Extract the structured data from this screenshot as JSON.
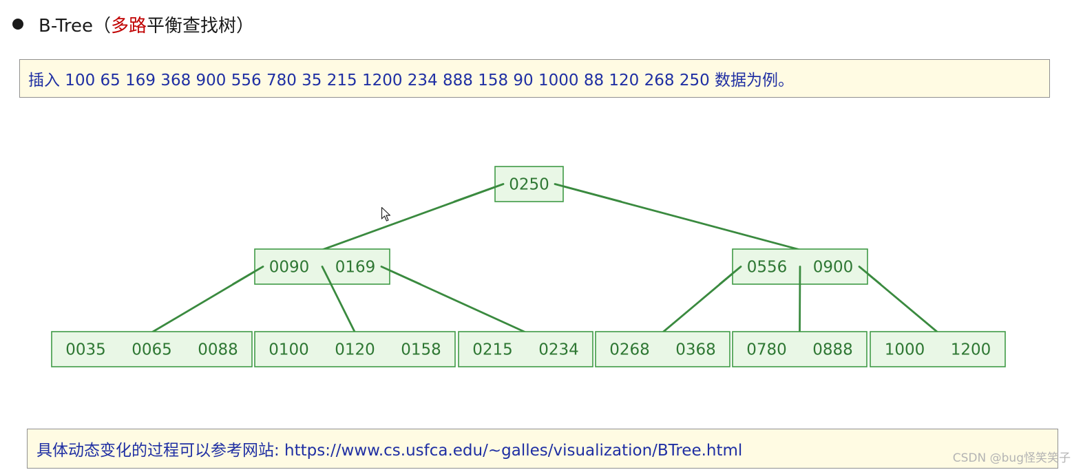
{
  "heading": {
    "prefix": "B-Tree（",
    "highlight": "多路",
    "suffix": "平衡查找树）"
  },
  "insert_note": "插入 100 65 169 368 900 556 780 35 215 1200 234 888 158 90 1000 88 120 268 250 数据为例。",
  "reference_note": "具体动态变化的过程可以参考网站: https://www.cs.usfca.edu/~galles/visualization/BTree.html",
  "watermark": "CSDN @bug怪笑笑子",
  "tree": {
    "root": {
      "id": "root",
      "keys": [
        "0250"
      ]
    },
    "internal": [
      {
        "id": "left",
        "keys": [
          "0090",
          "0169"
        ]
      },
      {
        "id": "right",
        "keys": [
          "0556",
          "0900"
        ]
      }
    ],
    "leaves": [
      {
        "id": "leaf1",
        "keys": [
          "0035",
          "0065",
          "0088"
        ]
      },
      {
        "id": "leaf2",
        "keys": [
          "0100",
          "0120",
          "0158"
        ]
      },
      {
        "id": "leaf3",
        "keys": [
          "0215",
          "0234"
        ]
      },
      {
        "id": "leaf4",
        "keys": [
          "0268",
          "0368"
        ]
      },
      {
        "id": "leaf5",
        "keys": [
          "0780",
          "0888"
        ]
      },
      {
        "id": "leaf6",
        "keys": [
          "1000",
          "1200"
        ]
      }
    ],
    "edges": [
      {
        "from": "root",
        "to": "left"
      },
      {
        "from": "root",
        "to": "right"
      },
      {
        "from": "left",
        "to": "leaf1"
      },
      {
        "from": "left",
        "to": "leaf2"
      },
      {
        "from": "left",
        "to": "leaf3"
      },
      {
        "from": "right",
        "to": "leaf4"
      },
      {
        "from": "right",
        "to": "leaf5"
      },
      {
        "from": "right",
        "to": "leaf6"
      }
    ],
    "colors": {
      "node_fill": "#e9f7e6",
      "node_border": "#3f9a45",
      "edge": "#3a8a3f",
      "key_text": "#2e7733"
    }
  },
  "colors": {
    "note_background": "#fffbe3",
    "note_text": "#1f2fa3",
    "heading_highlight": "#c00000"
  },
  "icons": {
    "bullet": "bullet-dot-icon",
    "cursor": "mouse-pointer-icon"
  }
}
